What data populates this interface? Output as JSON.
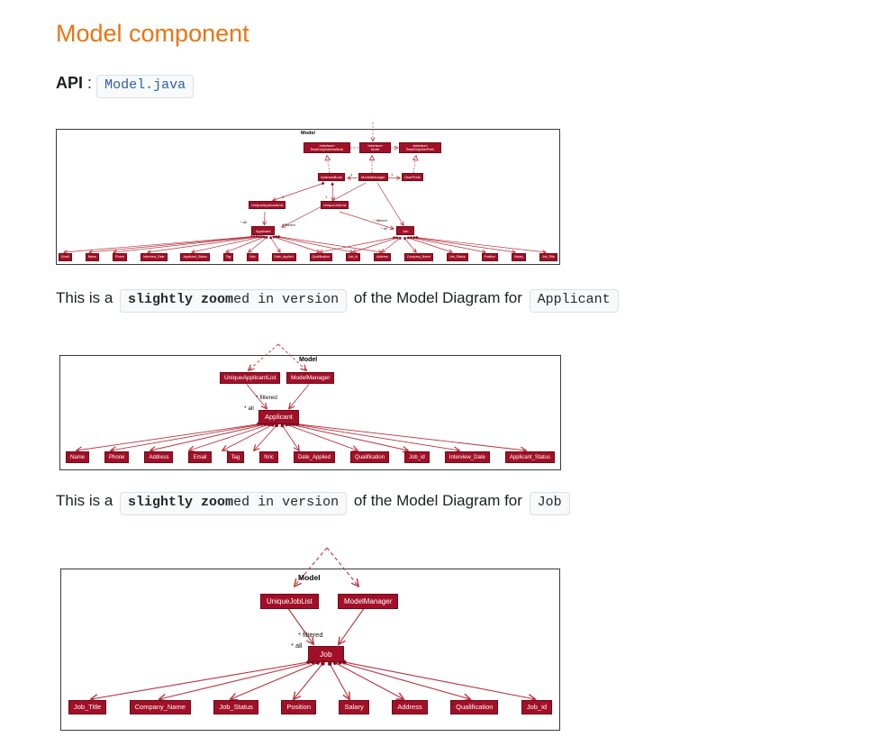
{
  "page": {
    "title": "Model component",
    "api_label": "API",
    "api_colon": ":",
    "api_link": "Model.java"
  },
  "colors": {
    "heading_orange": "#ea7412",
    "node_fill": "#a21027",
    "node_border": "#6e0a18",
    "connector_red": "#b8333e",
    "link_blue": "#2b5fa3"
  },
  "captions": {
    "applicant": {
      "prefix": "This is a",
      "code_bold": "slightly zoom",
      "code_rest": "ed in version",
      "middle": "of the Model Diagram for",
      "target": "Applicant"
    },
    "job": {
      "prefix": "This is a",
      "code_bold": "slightly zoom",
      "code_rest": "ed in version",
      "middle": "of the Model Diagram for",
      "target": "Job"
    }
  },
  "diagram1": {
    "frame_title": "Model",
    "nodes": {
      "iface_left_stereo": "«interface»",
      "iface_left_name": "ReadOnlyAddressBook",
      "iface_mid_stereo": "«interface»",
      "iface_mid_name": "Model",
      "iface_right_stereo": "«interface»",
      "iface_right_name": "ReadOnlyUserPrefs",
      "addressbook": "AddressBook",
      "modelmanager": "ModelManager",
      "userprefs": "UserPrefs",
      "unique_applicant_list": "UniqueApplicantList",
      "unique_job_list": "UniqueJobList",
      "applicant": "Applicant",
      "job": "Job"
    },
    "labels": {
      "one_ab": "1",
      "one_up": "1",
      "one_ual": "1",
      "one_ujl": "1",
      "all_applicant": "* all",
      "filtered_applicant": "* filtered",
      "filtered_job": "* filtered",
      "all_job": "* all"
    },
    "attributes": [
      "Email",
      "Name",
      "Phone",
      "Interview_Date",
      "Applicant_Status",
      "Tag",
      "Nric",
      "Date_Applied",
      "Qualification",
      "Job_id",
      "Address",
      "Company_Name",
      "Job_Status",
      "Position",
      "Salary",
      "Job_Title"
    ]
  },
  "diagram2": {
    "model_label": "Model",
    "nodes": {
      "unique_applicant_list": "UniqueApplicantList",
      "modelmanager": "ModelManager",
      "applicant": "Applicant"
    },
    "labels": {
      "filtered": "* filtered",
      "all": "* all"
    },
    "attributes": [
      "Name",
      "Phone",
      "Address",
      "Email",
      "Tag",
      "Nric",
      "Date_Applied",
      "Qualification",
      "Job_id",
      "Interview_Date",
      "Applicant_Status"
    ]
  },
  "diagram3": {
    "model_label": "Model",
    "nodes": {
      "unique_job_list": "UniqueJobList",
      "modelmanager": "ModelManager",
      "job": "Job"
    },
    "labels": {
      "filtered": "* filtered",
      "all": "* all"
    },
    "attributes": [
      "Job_Title",
      "Company_Name",
      "Job_Status",
      "Position",
      "Salary",
      "Address",
      "Qualification",
      "Job_id"
    ]
  }
}
